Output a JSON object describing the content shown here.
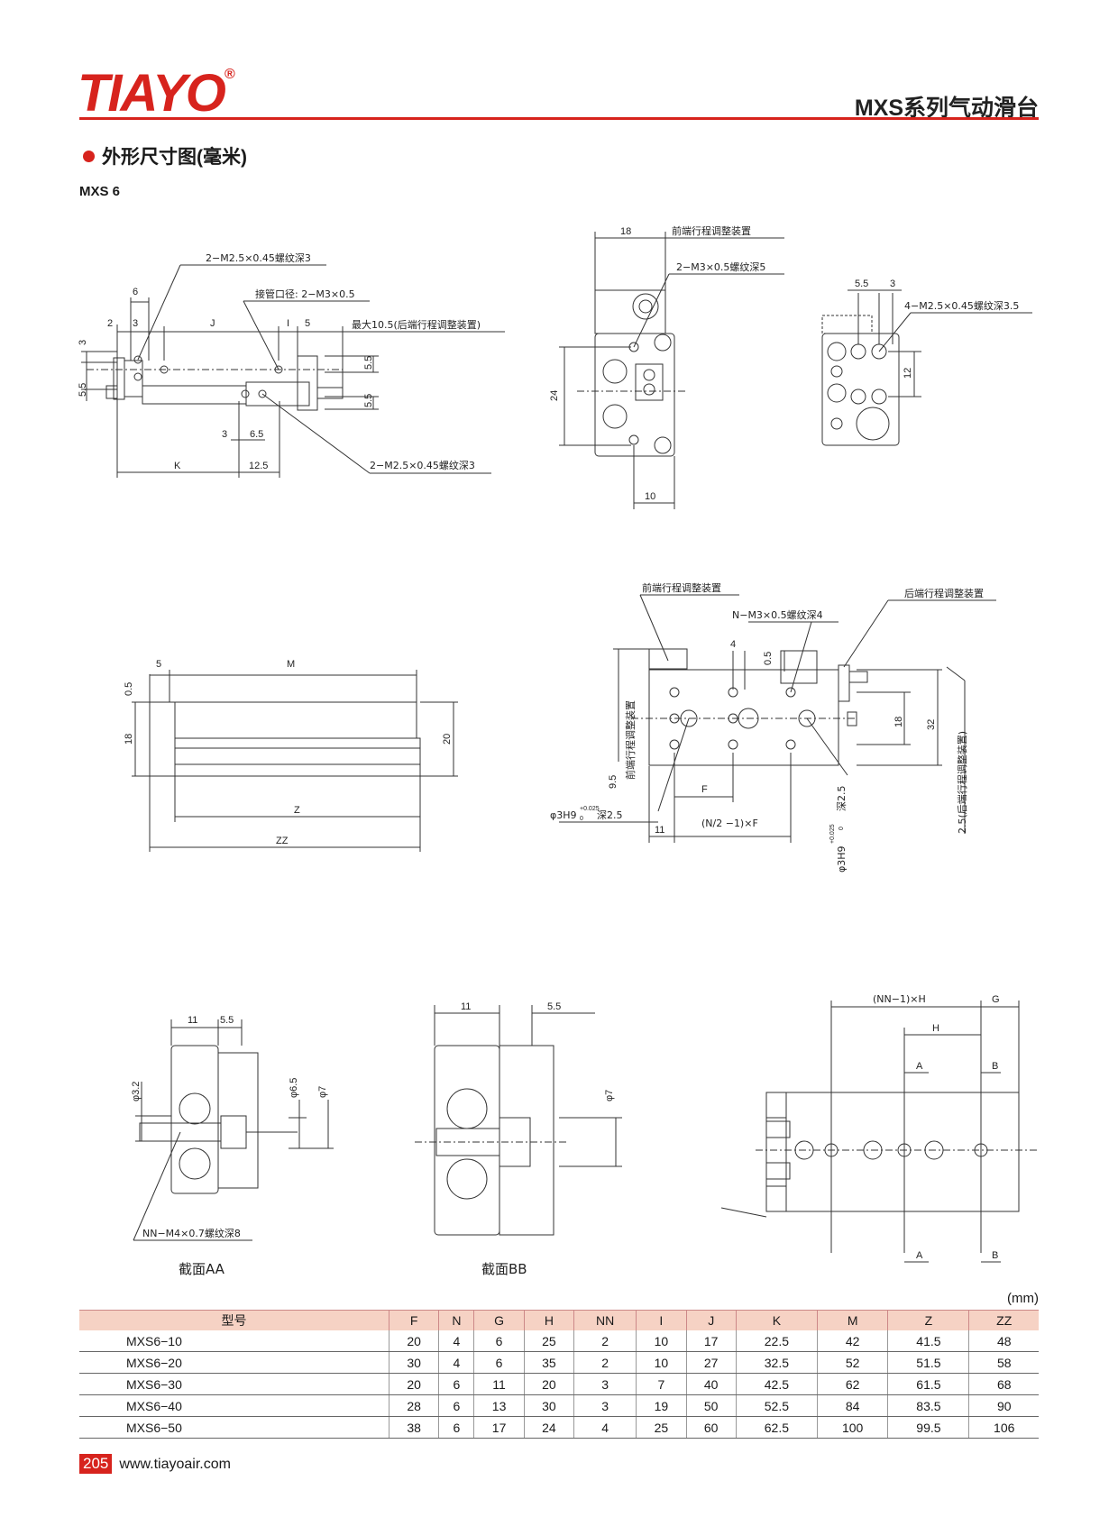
{
  "header": {
    "brand": "TIAYO",
    "trademark": "®",
    "series_title": "MXS系列气动滑台",
    "brand_color": "#d7231d"
  },
  "section": {
    "heading": "外形尺寸图(毫米)",
    "model": "MXS 6"
  },
  "drawing_labels": {
    "thread_25_a": "2−M2.5×0.45螺纹深3",
    "port": "接管口径: 2−M3×0.5",
    "max_stroke": "最大10.5(后端行程调整装置)",
    "thread_25_b": "2−M2.5×0.45螺纹深3",
    "front_adjuster": "前端行程调整装置",
    "thread_m3_5": "2−M3×0.5螺纹深5",
    "thread_4m25": "4−M2.5×0.45螺纹深3.5",
    "front_adjuster_2": "前端行程调整装置",
    "rear_adjuster": "后端行程调整装置",
    "n_thread": "N−M3×0.5螺纹深4",
    "front_adjuster_v": "前端行程调整装置",
    "rear_adjuster_v": "2.5(后端行程调整装置)",
    "pin_hole": "φ3H9",
    "pin_hole_depth": "深2.5",
    "pin_hole_v": "φ3H9",
    "pin_hole_v_depth": "深2.5",
    "tol_up": "+0.025",
    "tol_low": "0",
    "nf_formula": "(N/2 −1)×F",
    "nn_thread": "NN−M4×0.7螺纹深8",
    "section_aa": "截面AA",
    "section_bb": "截面BB",
    "nnh_formula": "(NN−1)×H"
  },
  "dims": {
    "d6": "6",
    "d2": "2",
    "d3": "3",
    "dJ": "J",
    "dI": "I",
    "d5": "5",
    "d3v": "3",
    "d55v": "5.5",
    "d55r1": "5.5",
    "d55r2": "5.5",
    "d3b": "3",
    "d65": "6.5",
    "dK": "K",
    "d125": "12.5",
    "d18": "18",
    "d24": "24",
    "d10": "10",
    "d55top": "5.5",
    "d3top": "3",
    "d12": "12",
    "d5m": "5",
    "dM": "M",
    "d05": "0.5",
    "d18v": "18",
    "d20": "20",
    "dZ": "Z",
    "dZZ": "ZZ",
    "d4": "4",
    "d05b": "0.5",
    "d18r": "18",
    "d32": "32",
    "d95": "9.5",
    "dF": "F",
    "d11": "11",
    "d11a": "11",
    "d55a": "5.5",
    "dphi32": "φ3.2",
    "dphi65": "φ6.5",
    "dphi7": "φ7",
    "d11b": "11",
    "d55b": "5.5",
    "dphi7b": "φ7",
    "dG": "G",
    "dH": "H",
    "dA1": "A",
    "dB1": "B",
    "dA2": "A",
    "dB2": "B"
  },
  "table": {
    "unit": "(mm)",
    "columns": [
      "型号",
      "F",
      "N",
      "G",
      "H",
      "NN",
      "I",
      "J",
      "K",
      "M",
      "Z",
      "ZZ"
    ],
    "rows": [
      [
        "MXS6−10",
        "20",
        "4",
        "6",
        "25",
        "2",
        "10",
        "17",
        "22.5",
        "42",
        "41.5",
        "48"
      ],
      [
        "MXS6−20",
        "30",
        "4",
        "6",
        "35",
        "2",
        "10",
        "27",
        "32.5",
        "52",
        "51.5",
        "58"
      ],
      [
        "MXS6−30",
        "20",
        "6",
        "11",
        "20",
        "3",
        "7",
        "40",
        "42.5",
        "62",
        "61.5",
        "68"
      ],
      [
        "MXS6−40",
        "28",
        "6",
        "13",
        "30",
        "3",
        "19",
        "50",
        "52.5",
        "84",
        "83.5",
        "90"
      ],
      [
        "MXS6−50",
        "38",
        "6",
        "17",
        "24",
        "4",
        "25",
        "60",
        "62.5",
        "100",
        "99.5",
        "106"
      ]
    ]
  },
  "footer": {
    "page": "205",
    "url": "www.tiayoair.com"
  }
}
